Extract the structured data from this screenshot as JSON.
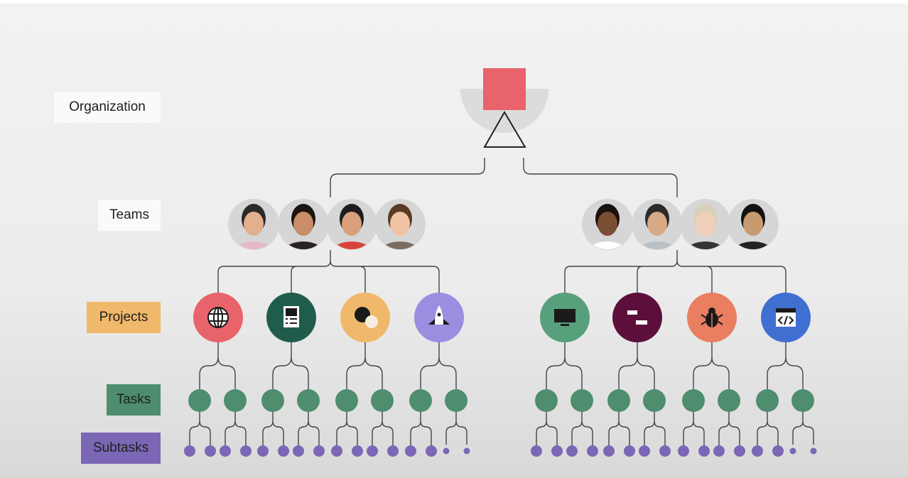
{
  "labels": {
    "organization": "Organization",
    "teams": "Teams",
    "projects": "Projects",
    "tasks": "Tasks",
    "subtasks": "Subtasks"
  },
  "colors": {
    "organization": "#e8636a",
    "task": "#4e8d6e",
    "subtask": "#7b67b5",
    "line": "#444444"
  },
  "teams": [
    {
      "members": 4,
      "projects": [
        {
          "icon": "globe-icon",
          "color": "#e8636a"
        },
        {
          "icon": "document-icon",
          "color": "#1f5c4b"
        },
        {
          "icon": "chat-bubbles-icon",
          "color": "#f0b86a"
        },
        {
          "icon": "rocket-icon",
          "color": "#9b8de0"
        }
      ]
    },
    {
      "members": 4,
      "projects": [
        {
          "icon": "monitor-icon",
          "color": "#58a07c"
        },
        {
          "icon": "timeline-icon",
          "color": "#5c0f3a"
        },
        {
          "icon": "bug-icon",
          "color": "#ea7e60"
        },
        {
          "icon": "code-window-icon",
          "color": "#3f6fd1"
        }
      ]
    }
  ]
}
